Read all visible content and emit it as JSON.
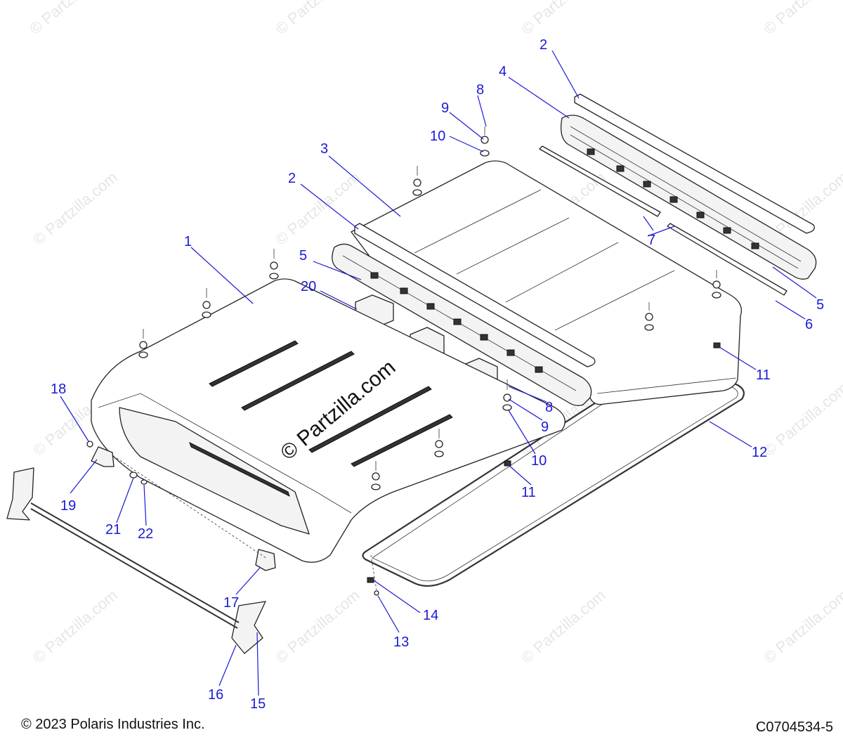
{
  "watermark": "© Partzilla.com",
  "center_watermark": "© Partzilla.com",
  "footer": {
    "copyright": "© 2023 Polaris Industries Inc.",
    "diagram_code": "C0704534-5"
  },
  "callouts": {
    "c1": "1",
    "c2a": "2",
    "c2b": "2",
    "c3": "3",
    "c4": "4",
    "c5a": "5",
    "c5b": "5",
    "c6": "6",
    "c7": "7",
    "c8a": "8",
    "c8b": "8",
    "c9a": "9",
    "c9b": "9",
    "c10a": "10",
    "c10b": "10",
    "c11a": "11",
    "c11b": "11",
    "c12": "12",
    "c13": "13",
    "c14": "14",
    "c15": "15",
    "c16": "16",
    "c17": "17",
    "c18": "18",
    "c19": "19",
    "c20": "20",
    "c21": "21",
    "c22": "22"
  },
  "colors": {
    "callout": "#1a1ad6",
    "line": "#222222",
    "watermark": "#e6e6e6"
  }
}
